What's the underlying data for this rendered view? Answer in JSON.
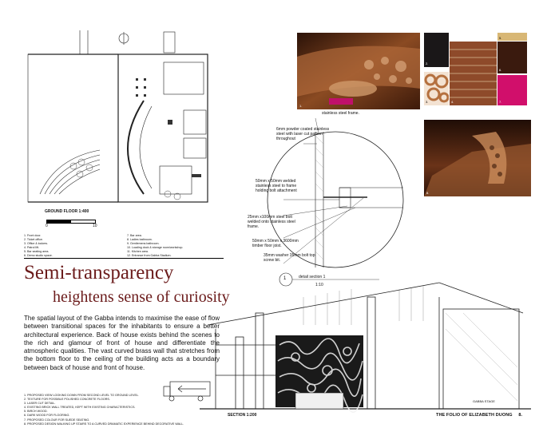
{
  "plan": {
    "caption": "GROUND FLOOR 1:400",
    "scale_start": "0",
    "scale_end": "10",
    "legend": [
      "1. Front door.",
      "7. Bar area.",
      "2. Ticket office.",
      "8. Ladies bathroom.",
      "3. Office & lockers.",
      "9. Gentlemens bathroom.",
      "4. Patrol lift.",
      "10. Loading dock & storage room/workshop.",
      "5. Bar seating area.",
      "11. Kitchen area.",
      "6. Demo studio space.",
      "12. Entrance from Gabba Stadium."
    ]
  },
  "heading": {
    "line1": "Semi-transparency",
    "line2": "heightens sense of curiosity"
  },
  "body_text": "The spatial layout of the Gabba intends to maximise the ease of flow between transitional spaces for the inhabitants to ensure a better architectural experience. Back of house exists behind the scenes to the rich and glamour of front of house and differentiate the atmospheric qualities. The vast curved brass wall that stretches from the bottom floor to the ceiling of the building acts as a boundary between back of house and front of house.",
  "notes": [
    "1. PROPOSED VIEW LOOKING DOWN FROM SECOND LEVEL TO GROUND LEVEL.",
    "2. TEXTURE FOR POSSIBLE POLISHED CONCRETE FLOORS.",
    "3. LASER CUT DETAIL.",
    "4. EXISTING BRICK WALL TREATED, KEPT WITH EXISTING CHARACTERISTICS.",
    "5. BIRCH WOOD.",
    "6. DARK WOOD FOR FLOORING.",
    "7. PROPOSED COLOUR FOR SUEDE SEATING.",
    "8. PROPOSED DESIGN WALKING UP STAIRS TO A CURVED DRAMATIC EXPERIENCE BEHIND DECORATIVE WALL."
  ],
  "photos": {
    "p1_num": "1.",
    "p8_num": "8.",
    "swatch_nums": [
      "2.",
      "3.",
      "4.",
      "5.",
      "6.",
      "7."
    ]
  },
  "swatch_colors": {
    "concrete": "#1a1718",
    "laser": "#c98b60",
    "brick": "#8e4a2a",
    "birch": "#d8b775",
    "darkwood": "#3a1a0e",
    "suede": "#d10f6b"
  },
  "detail": {
    "labels": [
      "stainless steel frame.",
      "6mm powder coated stainless steel with laser cut pattern throughout",
      "50mm x 50mm welded stainless steel to frame holding bolt attachment",
      "25mm x100mm steel bolt welded onto stainless steel frame.",
      "50mm x 50mm x 3600mm timber floor joist.",
      "35mm washer 35mm bolt top screw bit."
    ],
    "number": "1",
    "title": "detail section 1",
    "scale": "1:10"
  },
  "section_caption": "SECTION 1:200",
  "section_label": "GABBA STAGE",
  "footer": {
    "folio": "THE FOLIO OF ELIZABETH DUONG",
    "page": "8."
  }
}
